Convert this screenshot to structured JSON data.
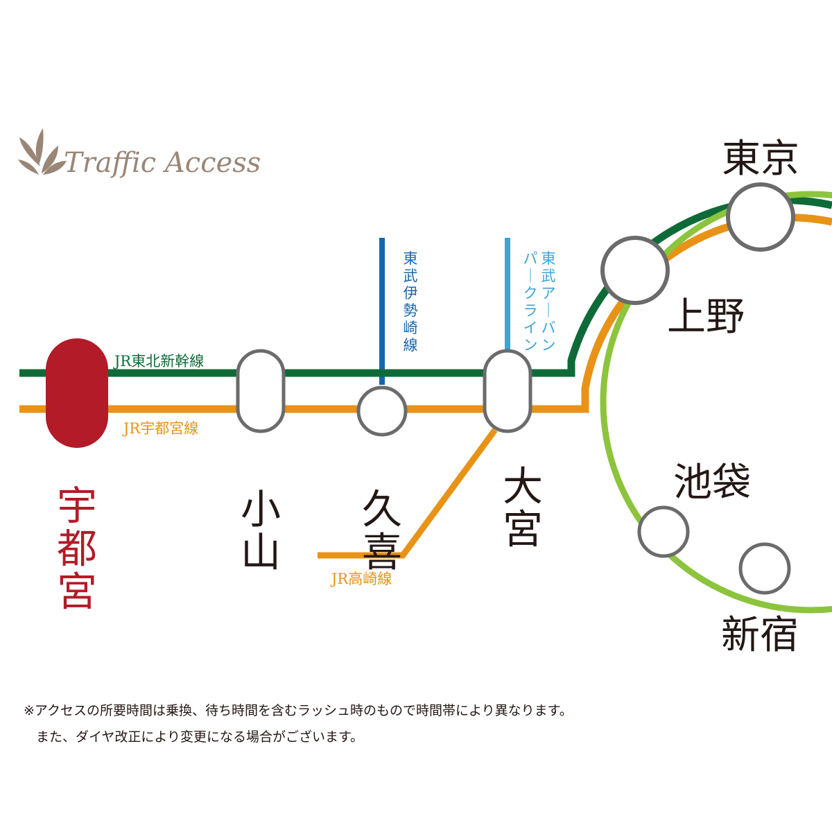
{
  "header": {
    "title": "Traffic Access",
    "logo_icon": "leaf-ornament-icon"
  },
  "colors": {
    "shinkansen": "#0e6b38",
    "utsunomiya_line": "#e89216",
    "yamanote": "#8cc43d",
    "tobu_isesaki": "#1566ad",
    "tobu_urban": "#3ea3d8",
    "home_station": "#b21b27",
    "station_ring": "#6b6b6b",
    "title": "#9a8677",
    "text": "#231815"
  },
  "lines": {
    "shinkansen": "JR東北新幹線",
    "utsunomiya": "JR宇都宮線",
    "takasaki": "JR高崎線",
    "tobu_isesaki": "東武伊勢崎線",
    "tobu_urban_col1": "東武アーバン",
    "tobu_urban_col2": "パークライン"
  },
  "stations": {
    "utsunomiya": "宇都宮",
    "oyama": "小山",
    "kuki": "久喜",
    "omiya": "大宮",
    "tokyo": "東京",
    "ueno": "上野",
    "ikebukuro": "池袋",
    "shinjuku": "新宿"
  },
  "notes": {
    "line1": "※アクセスの所要時間は乗換、待ち時間を含むラッシュ時のもので時間帯により異なります。",
    "line2": "また、ダイヤ改正により変更になる場合がございます。"
  }
}
